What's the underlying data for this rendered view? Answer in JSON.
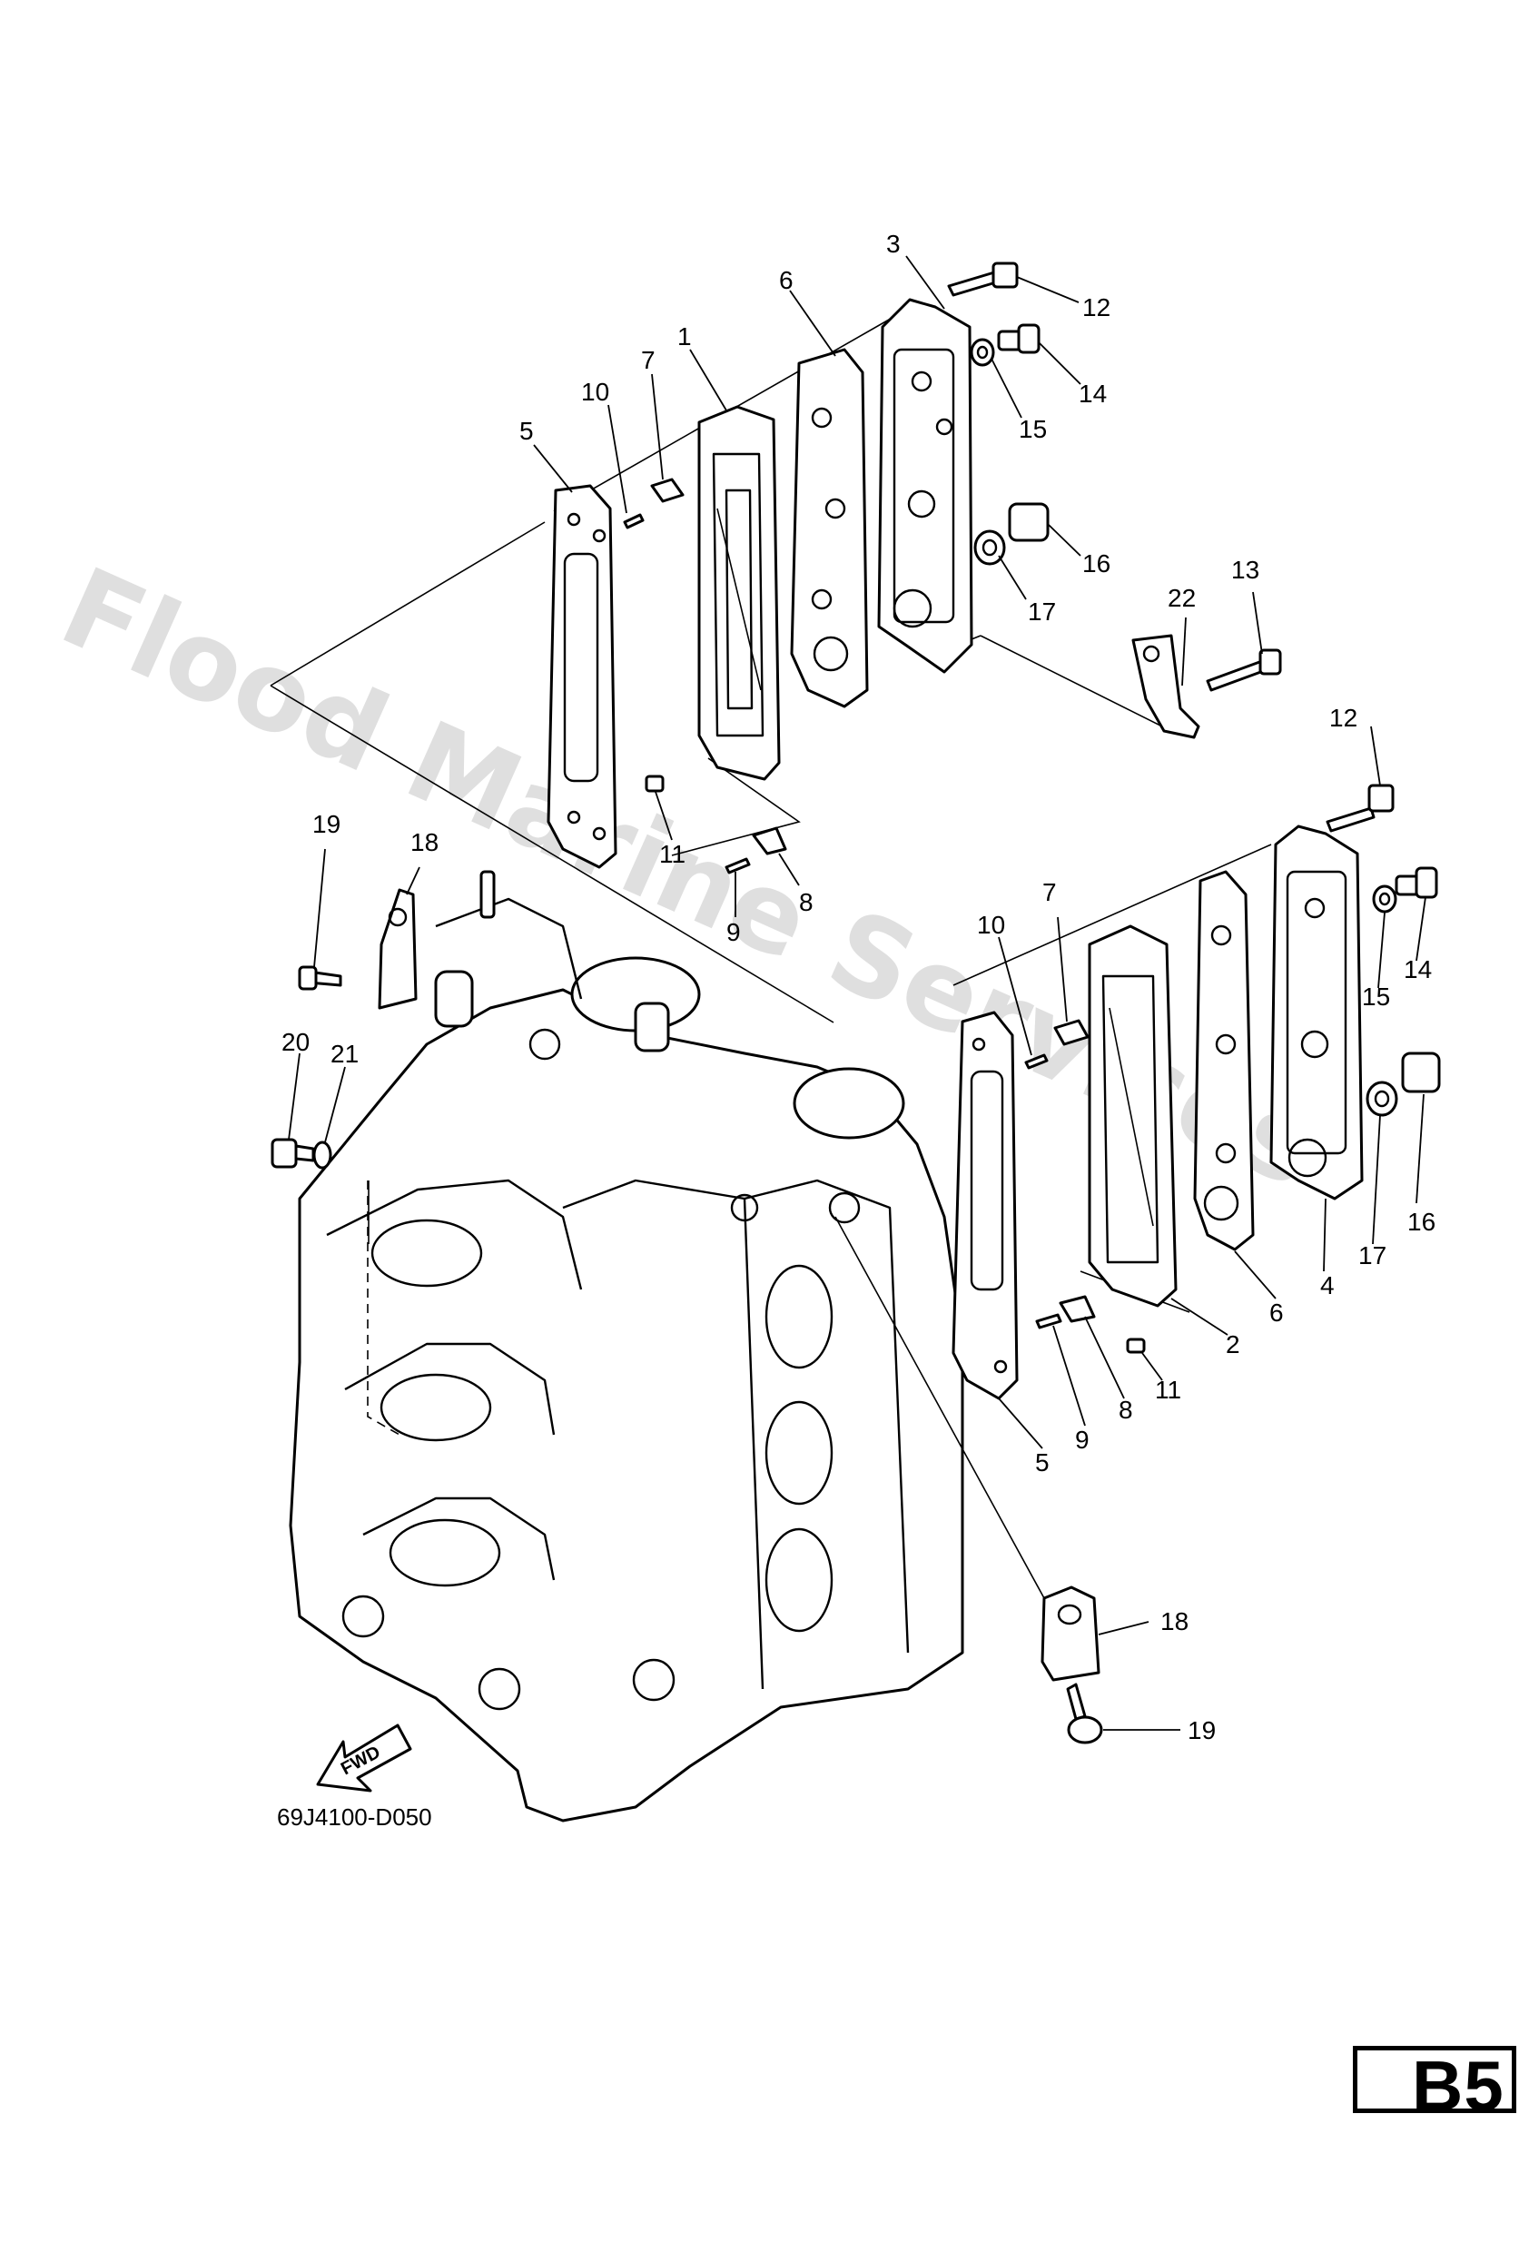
{
  "watermark": "Flood Marine Services",
  "diagram_code": "69J4100-D050",
  "page_tag": "B5",
  "fwd_label": "FWD",
  "callouts_upper": [
    "3",
    "6",
    "1",
    "7",
    "10",
    "5",
    "12",
    "14",
    "15",
    "16",
    "17",
    "13",
    "22",
    "11",
    "9",
    "8"
  ],
  "callouts_left": [
    "19",
    "18",
    "20",
    "21"
  ],
  "callouts_lower": [
    "12",
    "7",
    "10",
    "14",
    "15",
    "16",
    "17",
    "4",
    "6",
    "2",
    "11",
    "8",
    "9",
    "5",
    "18",
    "19"
  ]
}
